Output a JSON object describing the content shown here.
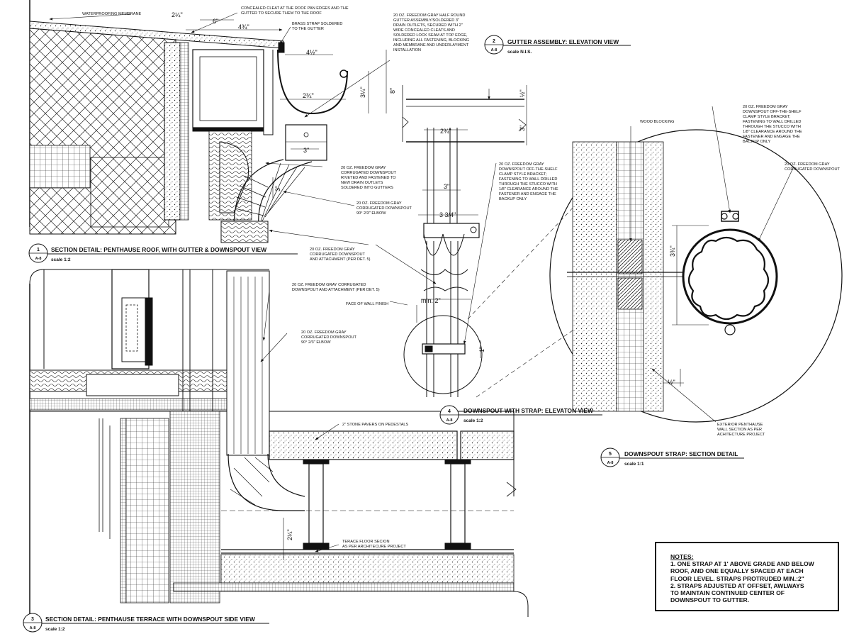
{
  "details": {
    "d1": {
      "num": "1",
      "sheet": "A-8",
      "title": "SECTION DETAIL: PENTHAUSE ROOF, WITH GUTTER & DOWNSPOUT VIEW",
      "scale": "scale 1:2"
    },
    "d2": {
      "num": "2",
      "sheet": "A-8",
      "title": "GUTTER ASSEMBLY: ELEVATION VIEW",
      "scale": "scale N.I.S."
    },
    "d3": {
      "num": "3",
      "sheet": "A-8",
      "title": "SECTION DETAIL: PENTHAUSE TERRACE WITH DOWNSPOUT SIDE VIEW",
      "scale": "scale 1:2"
    },
    "d4": {
      "num": "4",
      "sheet": "A-8",
      "title": "DOWNSPOUT WITH STRAP: ELEVATON VIEW",
      "scale": "scale 1:2"
    },
    "d5": {
      "num": "5",
      "sheet": "A-8",
      "title": "DOWNSPOUT STRAP: SECTION DETAIL",
      "scale": "scale 1:1"
    }
  },
  "annotations": {
    "waterproofing": "WATERPROOFING MEMBRANE",
    "cleat": [
      "CONCEALED CLEAT AT THE ROOF PAN EDGES AND THE",
      "GUTTER TO SECURE THEM TO THE ROOF"
    ],
    "brass_strap": [
      "BRASS STRAP SOLDERED",
      "TO THE GUTTER"
    ],
    "gutter_assembly": [
      "20 OZ. FREEDOM GRAY HALF ROUND",
      "GUTTER ASSEMBLY/SOLDERED 3\"",
      "DRAIN OUTLETS, SECURED WITH 2\"",
      "WIDE CONCEALED CLEATS AND",
      "SOLDERED LOCK SEAM AT TOP EDGE,",
      "INCLUDING ALL FASTENING, BLOCKING",
      "AND MEMBRANE AND UNDERLAYMENT",
      "INSTALLATION"
    ],
    "downspout_riveted": [
      "20 OZ. FREEDOM GRAY",
      "CORRUGATED DOWNSPOUT",
      "RIVETED AND FASTENED TO",
      "NEW DRAIN OUTLETS",
      "SOLDERED INTO GUTTERS"
    ],
    "elbow_1": [
      "20 OZ. FREEDOM GRAY",
      "CORRUGATED DOWNSPOUT",
      "90° 2/3\" ELBOW"
    ],
    "attachment_1": [
      "20 OZ. FREEDOM GRAY",
      "CORRUGATED DOWNSPOUT",
      "AND ATTACHMENT (PER DET. 5)"
    ],
    "attachment_3": [
      "20 OZ. FREEDOM GRAY CORRUGATED",
      "DOWNSPOUT AND ATTACHMENT (PER DET. 5)"
    ],
    "elbow_3": [
      "20 OZ. FREEDOM GRAY",
      "CORRUGATED DOWNSPOUT",
      "90° 2/3\" ELBOW"
    ],
    "face_wall": "FACE OF WALL FINISH",
    "clamp_bracket_4": [
      "20 OZ. FREEDOM GRAY",
      "DOWNSPOUT OFF-THE-SHELF",
      "CLAMP STYLE BRACKET;",
      "FASTENING TO WALL DRILLED",
      "THROUGH THE STUCCO WITH",
      "1/8\" CLEARANCE AROUND THE",
      "FASTENER AND ENGAGE THE",
      "BACKUP ONLY"
    ],
    "wood_blocking": "WOOD BLOCKING",
    "clamp_bracket_5": [
      "20 OZ. FREEDOM GRAY",
      "DOWNSPOUT OFF-THE-SHELF",
      "CLAMP STYLE BRACKET;",
      "FASTENING TO WALL DRILLED",
      "THROUGH THE STUCCO WITH",
      "1/8\" CLEARANCE AROUND THE",
      "FASTENER AND ENGAGE THE",
      "BACKUP ONLY"
    ],
    "downspout_5": [
      "20 OZ. FREEDOM GRAY",
      "CORRUGATED DOWNSPOUT"
    ],
    "exterior_wall": [
      "EXTERIOR PENTHAUSE",
      "WALL SECTION AS PER",
      "ACHITECTURE PROJECT"
    ],
    "stone_pavers": "2\" STONE PAVERS ON PEDESTALS",
    "terrace_floor": [
      "TERACE FLOOR SECION",
      "AS PER ARCHITECURE PROJECT"
    ]
  },
  "dimensions": {
    "d_2_1_4": "2¼\"",
    "d_6": "6\"",
    "d_4_3_4": "4¾\"",
    "d_4_1_2": "4½\"",
    "d_2_3_4a": "2¾\"",
    "d_3_1_4": "3¼\"",
    "d_8": "8\"",
    "d_3a": "3\"",
    "d_3b": "3\"",
    "d_2_3_4b": "2¾\"",
    "d_3c": "3\"",
    "d_3_3_4": "3 3/4\"",
    "d_1_2a": "½\"",
    "d_3d": "3\"",
    "d_min2": "min. 2\"",
    "d_1": "1\"",
    "d_3_3_4b": "3¾\"",
    "d_1_2b": "½\"",
    "d_2_1_4b": "2¼\""
  },
  "notes": {
    "heading": "NOTES:",
    "lines": [
      "1. ONE STRAP AT 1' ABOVE GRADE AND BELOW",
      "ROOF, AND ONE EQUALLY SPACED AT EACH",
      "FLOOR LEVEL. STRAPS PROTRUDED MIN.:2\"",
      "2. STRAPS ADJUSTED AT OFFSET, AWLWAYS",
      "TO MAINTAIN CONTINUED CENTER OF",
      "DOWNSPOUT TO GUTTER."
    ]
  }
}
